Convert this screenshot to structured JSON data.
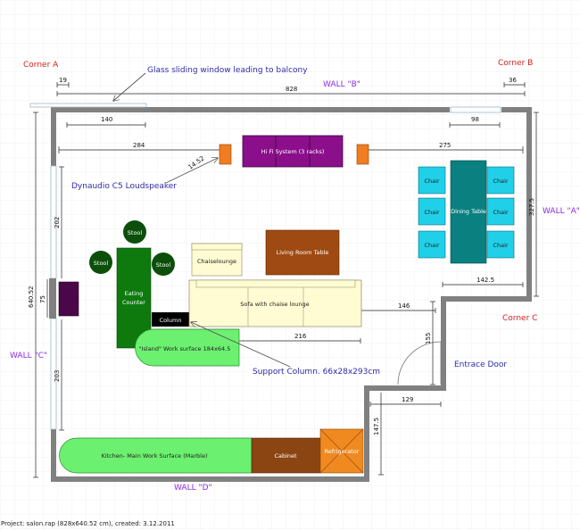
{
  "corners": {
    "a": "Corner A",
    "b": "Corner B",
    "c": "Corner C"
  },
  "walls": {
    "a": "WALL \"A\"",
    "b": "WALL \"B\"",
    "c": "WALL \"C\"",
    "d": "WALL \"D\""
  },
  "annotations": {
    "window": "Glass sliding window leading to balcony",
    "speaker": "Dynaudio C5 Loudspeaker",
    "column": "Support Column. 66x28x293cm",
    "door": "Entrace Door"
  },
  "dimensions": {
    "d19": "19",
    "d828": "828",
    "d36": "36",
    "d140": "140",
    "d98": "98",
    "d284": "284",
    "d275": "275",
    "d3275": "327.5",
    "d202": "202",
    "d64052": "640.52",
    "d75": "75",
    "d203": "203",
    "d1425": "142.5",
    "d146": "146",
    "d216": "216",
    "d155": "155",
    "d129": "129",
    "d1475": "147.5",
    "d1452": "14.52"
  },
  "furniture": {
    "hifi": "Hi Fi System (3 racks)",
    "stool": "Stool",
    "eating_1": "Eating",
    "eating_2": "Counter",
    "column": "Column",
    "chaise": "Chaiselounge",
    "living_table": "Living Room Table",
    "sofa": "Sofa with chaise lounge",
    "island": "\"Island\" Work surface 184x64.5",
    "chair": "Chair",
    "dining": "Dining Table",
    "kitchen": "Kitchen- Main Work Surface (Marble)",
    "cabinet": "Cabinet",
    "fridge": "Refrigerator"
  },
  "footer": "Project: salon.rap (828x640.52 cm), created: 3.12.2011",
  "colors": {
    "wall": "#808080",
    "hifi": "#8b0f8b",
    "speaker": "#f07d1f",
    "counter": "#0e7a0e",
    "stool": "#0b4f0b",
    "sofa": "#fffbd2",
    "living_table": "#9e4a12",
    "dining": "#0a8080",
    "chair": "#20d0e8",
    "work_surface": "#6cf070",
    "cabinet": "#8b4513",
    "fridge": "#f08a20",
    "wall_item": "#4a0848"
  }
}
